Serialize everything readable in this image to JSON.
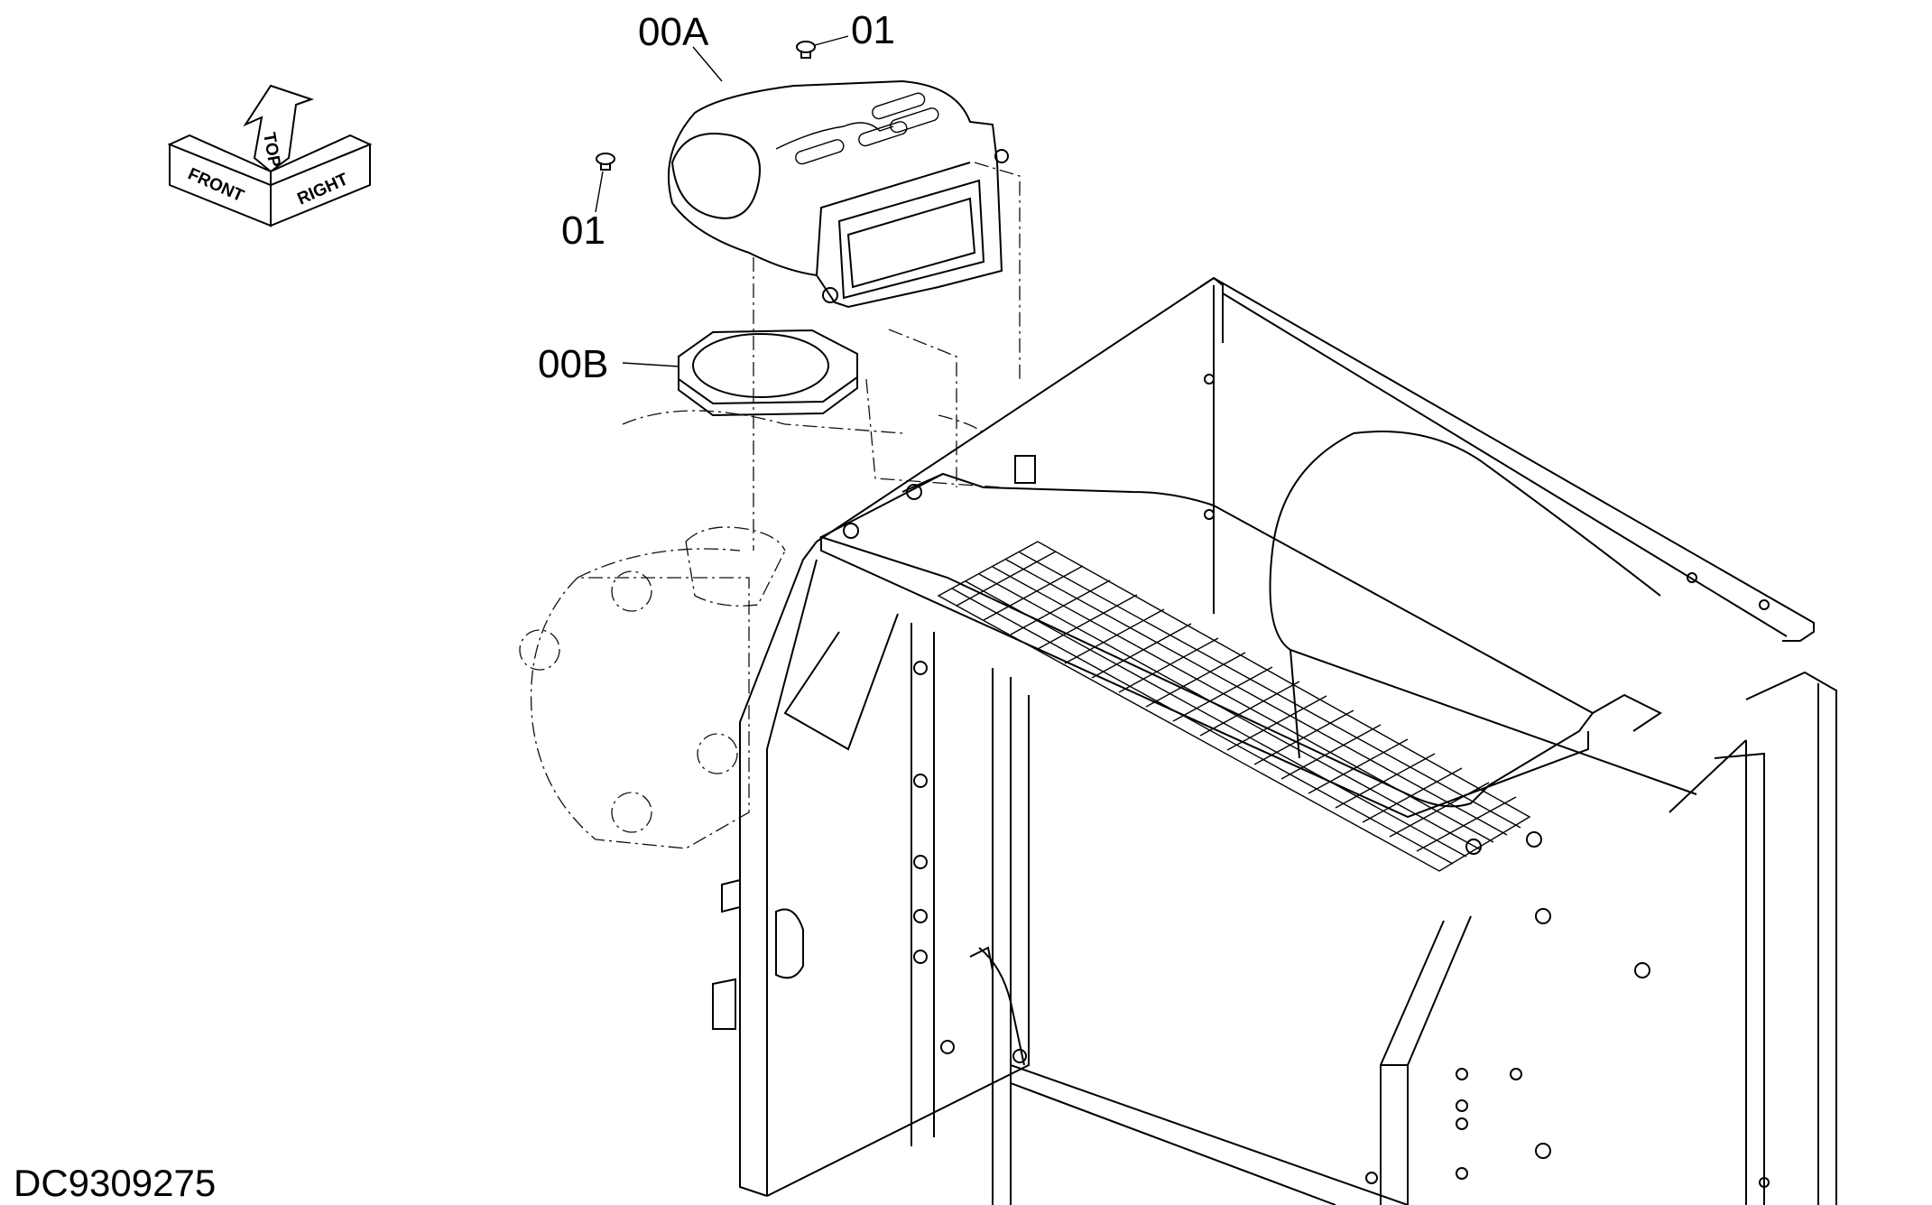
{
  "drawing_number": "DC9309275",
  "orientation": {
    "front": "FRONT",
    "top": "TOP",
    "right": "RIGHT"
  },
  "callouts": [
    {
      "id": "c-00A",
      "text": "00A"
    },
    {
      "id": "c-01-top",
      "text": "01"
    },
    {
      "id": "c-01-left",
      "text": "01"
    },
    {
      "id": "c-00B",
      "text": "00B"
    }
  ],
  "colors": {
    "line": "#000000",
    "background": "#ffffff"
  }
}
